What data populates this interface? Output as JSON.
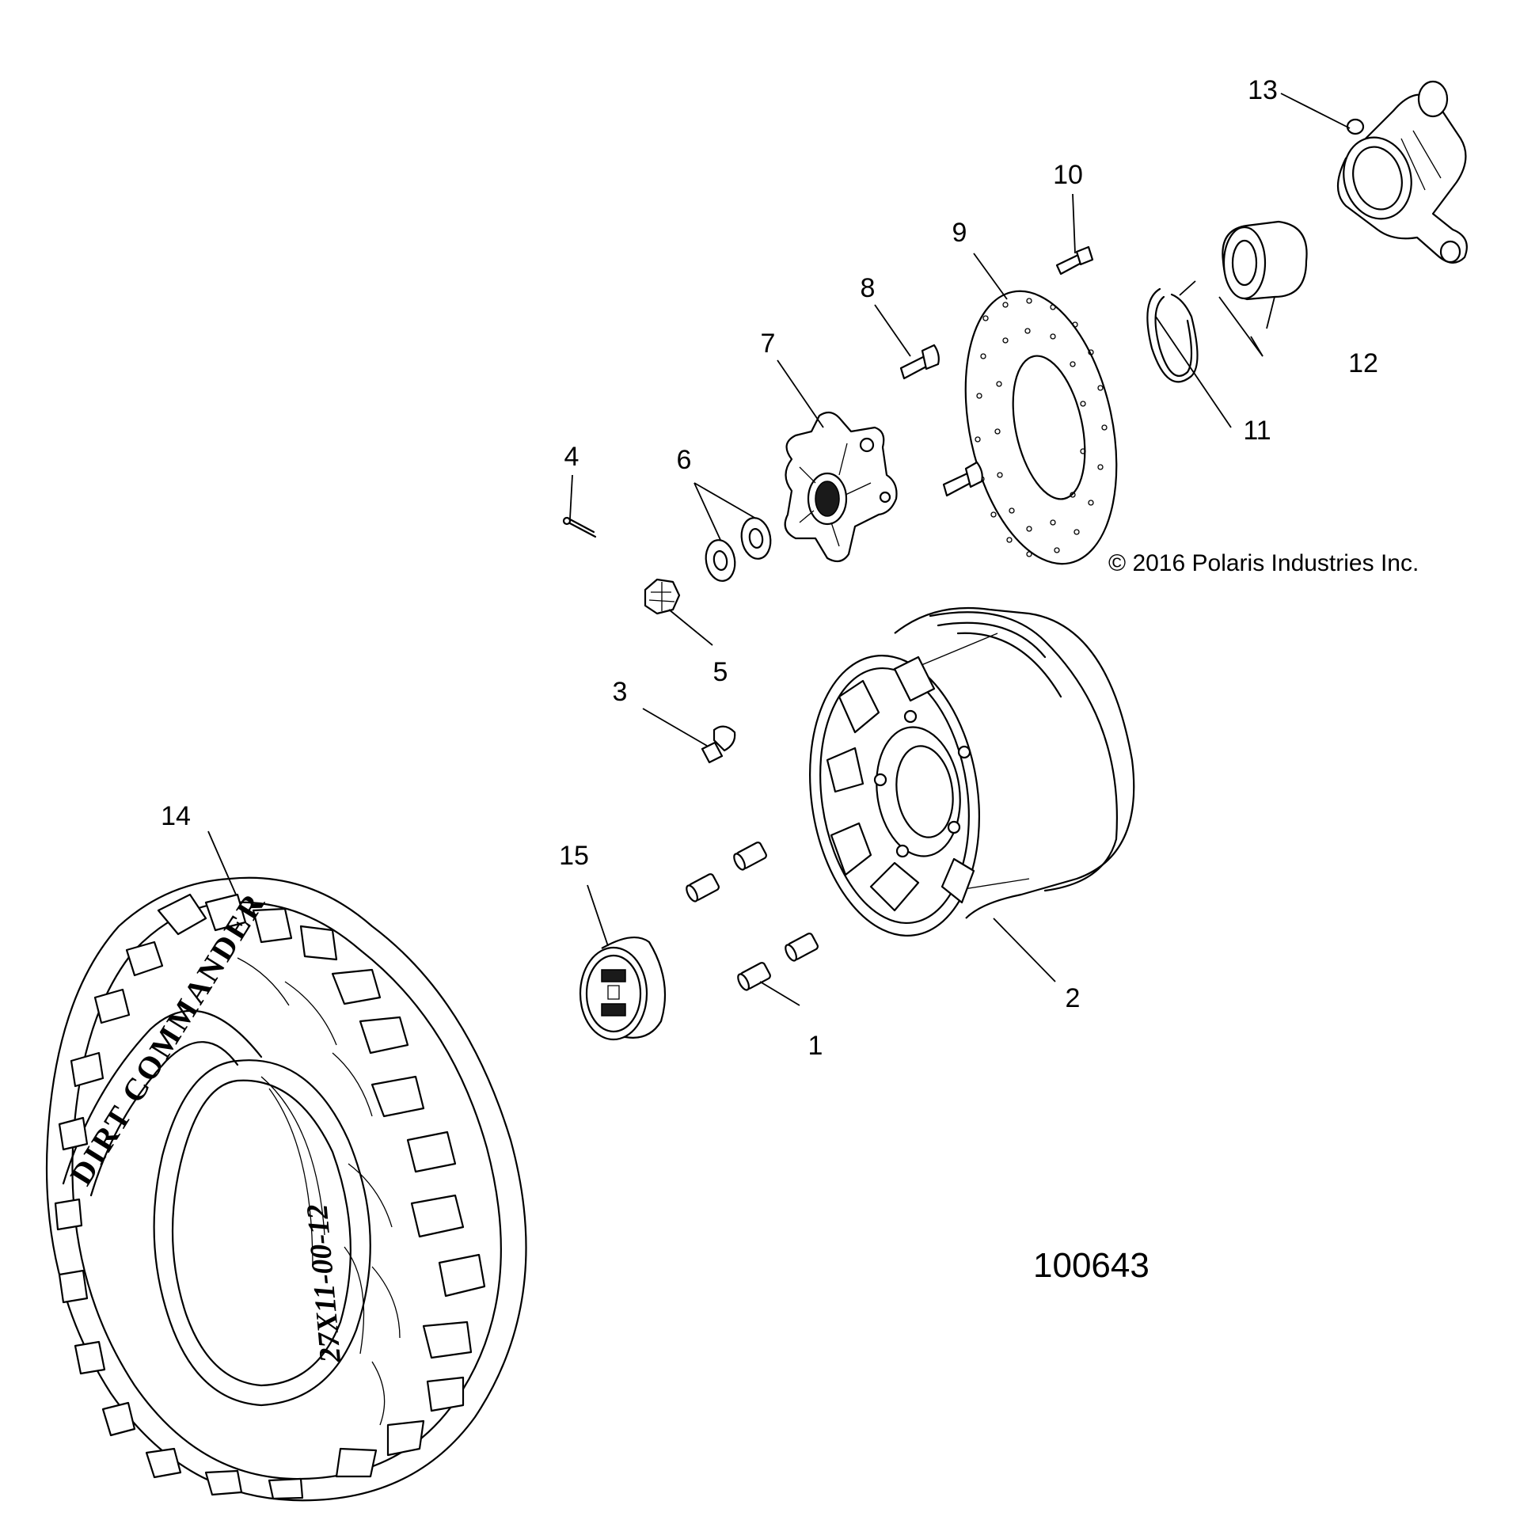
{
  "callouts": {
    "c1": "1",
    "c2": "2",
    "c3": "3",
    "c4": "4",
    "c5": "5",
    "c6": "6",
    "c7": "7",
    "c8": "8",
    "c9": "9",
    "c10": "10",
    "c11": "11",
    "c12": "12",
    "c13": "13",
    "c14": "14",
    "c15": "15"
  },
  "copyright": "© 2016 Polaris Industries Inc.",
  "drawing_number": "100643",
  "tire_brand": "DIRT COMMANDER",
  "tire_size": "27X11-00-12"
}
